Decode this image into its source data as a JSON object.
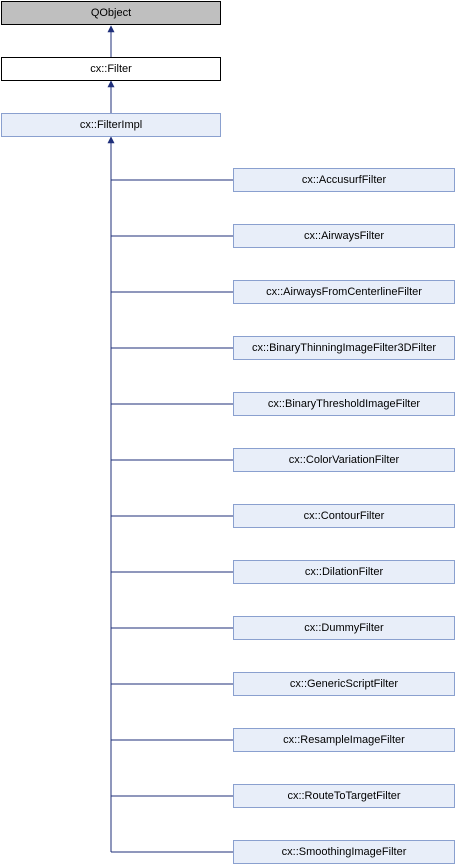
{
  "nodes": {
    "qobject": "QObject",
    "filter": "cx::Filter",
    "filterimpl": "cx::FilterImpl"
  },
  "children": [
    "cx::AccusurfFilter",
    "cx::AirwaysFilter",
    "cx::AirwaysFromCenterlineFilter",
    "cx::BinaryThinningImageFilter3DFilter",
    "cx::BinaryThresholdImageFilter",
    "cx::ColorVariationFilter",
    "cx::ContourFilter",
    "cx::DilationFilter",
    "cx::DummyFilter",
    "cx::GenericScriptFilter",
    "cx::ResampleImageFilter",
    "cx::RouteToTargetFilter",
    "cx::SmoothingImageFilter"
  ],
  "colors": {
    "root_fill": "#bfbfbf",
    "node_fill": "#ffffff",
    "class_fill": "#e8eef9",
    "class_border": "#8aa0cf",
    "edge": "#1f2f7a"
  }
}
